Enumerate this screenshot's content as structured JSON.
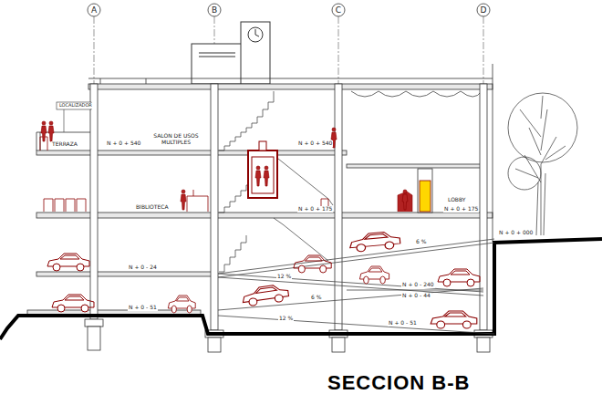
{
  "diagram": {
    "caption": "SECCION B-B",
    "nodes": [
      {
        "text": [
          "A"
        ]
      },
      {
        "text": [
          "B"
        ]
      },
      {
        "text": [
          "C"
        ]
      },
      {
        "text": [
          "D"
        ]
      }
    ],
    "labels": [
      "LOCALIZADOR",
      "TERRAZA",
      "N + 0 + 540",
      "SALON DE USOS MULTIPLES",
      "N + 0 + 540",
      "BIBLIOTECA",
      "N + 0 + 175",
      "LOBBY",
      "N + 0 + 175",
      "N + 0 + 000",
      "6 %",
      "N + 0 - 24",
      "12 %",
      "N + 0 - 240",
      "N + 0 - 44",
      "6 %",
      "N + 0 - 51",
      "12 %",
      "N + 0 - 51"
    ]
  }
}
